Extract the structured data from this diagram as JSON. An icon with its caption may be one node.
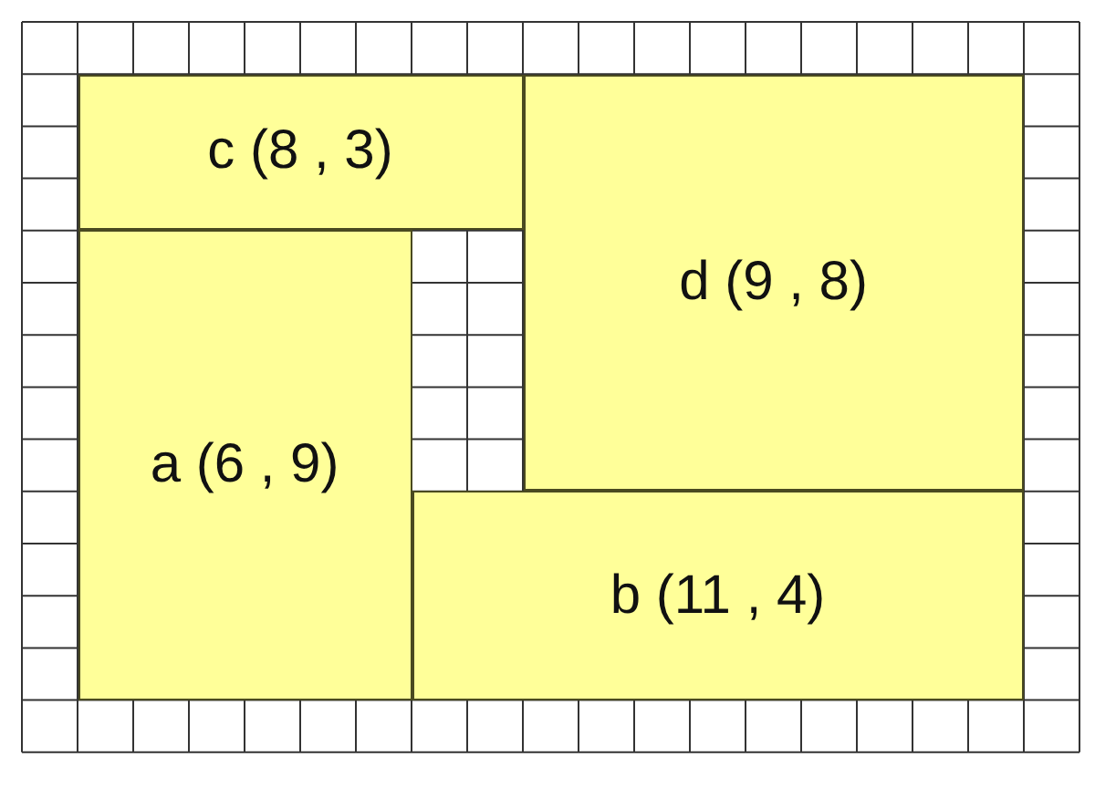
{
  "diagram": {
    "nodes": [
      {
        "text": [
          "c (8 , 3)"
        ]
      },
      {
        "text": [
          "d (9 , 8)"
        ]
      },
      {
        "text": [
          "a (6 , 9)"
        ]
      },
      {
        "text": [
          "b (11 , 4)"
        ]
      }
    ]
  }
}
